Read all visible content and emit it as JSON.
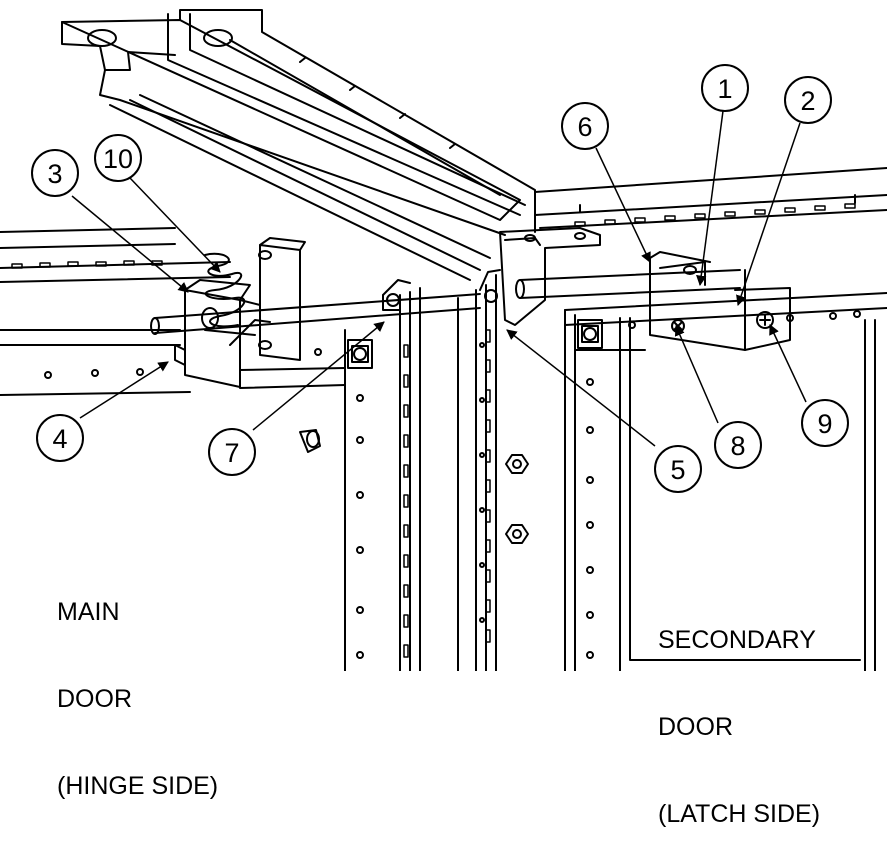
{
  "callouts": [
    {
      "id": "1",
      "text": "1"
    },
    {
      "id": "2",
      "text": "2"
    },
    {
      "id": "3",
      "text": "3"
    },
    {
      "id": "4",
      "text": "4"
    },
    {
      "id": "5",
      "text": "5"
    },
    {
      "id": "6",
      "text": "6"
    },
    {
      "id": "7",
      "text": "7"
    },
    {
      "id": "8",
      "text": "8"
    },
    {
      "id": "9",
      "text": "9"
    },
    {
      "id": "10",
      "text": "10"
    }
  ],
  "labels": {
    "main_door": [
      "MAIN",
      "DOOR",
      "(HINGE SIDE)"
    ],
    "secondary_door": [
      "SECONDARY",
      "DOOR",
      "(LATCH SIDE)"
    ]
  },
  "colors": {
    "line": "#000000",
    "background": "#ffffff"
  }
}
